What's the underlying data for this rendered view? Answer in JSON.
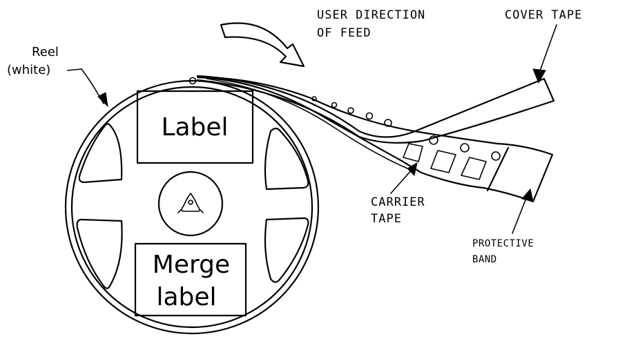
{
  "labels": {
    "reel_line1": "Reel",
    "reel_line2": "(white)",
    "user_direction_line1": "USER DIRECTION",
    "user_direction_line2": "OF FEED",
    "cover_tape": "COVER TAPE",
    "carrier_tape_line1": "CARRIER",
    "carrier_tape_line2": "TAPE",
    "protective_band_line1": "PROTECTIVE",
    "protective_band_line2": "BAND",
    "label_box": "Label",
    "merge_label_line1": "Merge",
    "merge_label_line2": "label"
  },
  "colors": {
    "stroke": "#000000",
    "background": "#ffffff"
  },
  "icons": {
    "feed_arrow": "curved-arrow-icon",
    "hub_symbol": "triangle-hub-icon"
  }
}
